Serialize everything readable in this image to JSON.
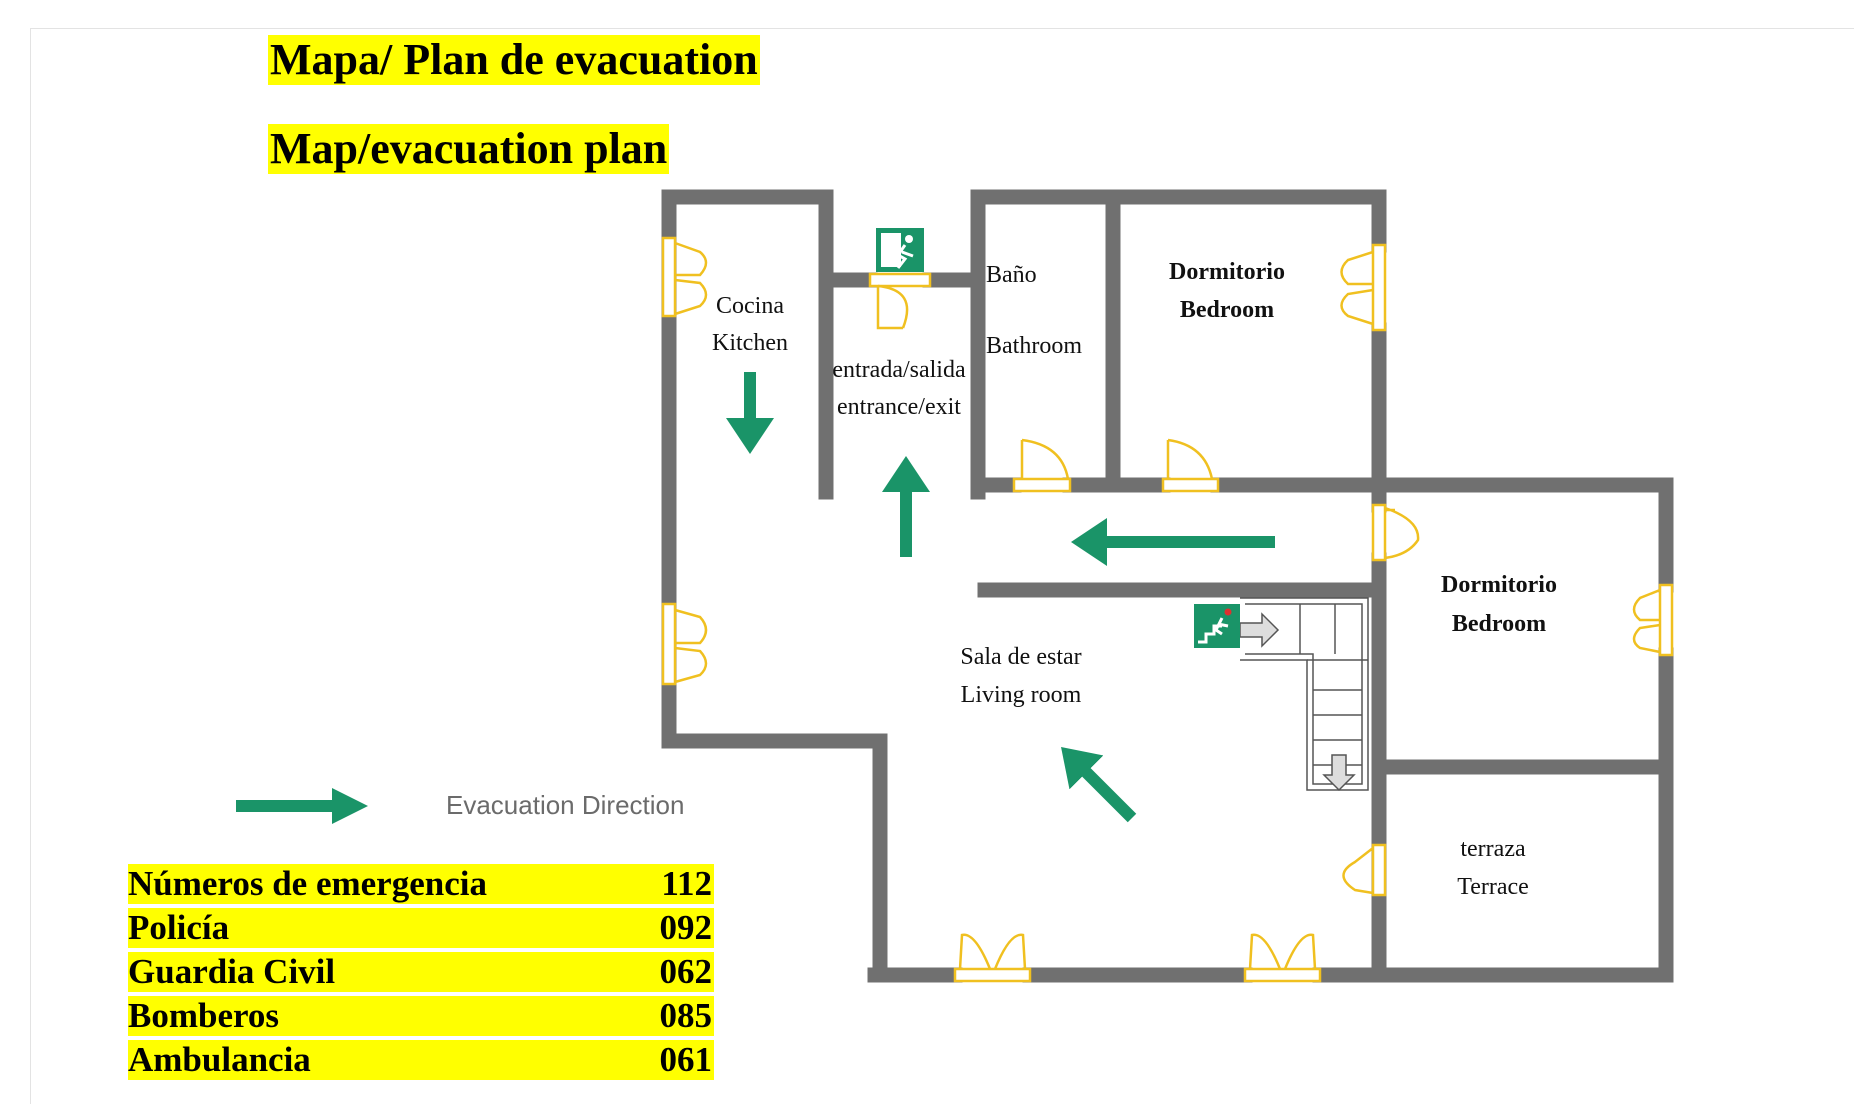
{
  "titles": {
    "spanish": "Mapa/ Plan de evacuation",
    "english": "Map/evacuation plan"
  },
  "rooms": {
    "kitchen": {
      "es": "Cocina",
      "en": "Kitchen"
    },
    "entrance": {
      "es": "entrada/salida",
      "en": "entrance/exit"
    },
    "bathroom": {
      "es": "Baño",
      "en": "Bathroom"
    },
    "bedroom_1": {
      "es": "Dormitorio",
      "en": "Bedroom"
    },
    "bedroom_2": {
      "es": "Dormitorio",
      "en": "Bedroom"
    },
    "living_room": {
      "es": "Sala de estar",
      "en": "Living room"
    },
    "terrace": {
      "es": "terraza",
      "en": "Terrace"
    }
  },
  "legend": {
    "label": "Evacuation Direction",
    "color": "#1a9468"
  },
  "emergency_numbers": [
    {
      "name": "Números de emergencia",
      "number": "112"
    },
    {
      "name": "Policía",
      "number": "092"
    },
    {
      "name": "Guardia Civil",
      "number": "062"
    },
    {
      "name": "Bomberos",
      "number": "085"
    },
    {
      "name": "Ambulancia",
      "number": "061"
    }
  ],
  "colors": {
    "wall": "#707070",
    "door": "#f0c020",
    "arrow": "#1a9468",
    "highlight": "#ffff00",
    "exit_sign": "#1a9468"
  },
  "icons": {
    "exit_sign": "emergency-exit-running-man-icon",
    "stairs_sign": "stairs-exit-icon"
  }
}
